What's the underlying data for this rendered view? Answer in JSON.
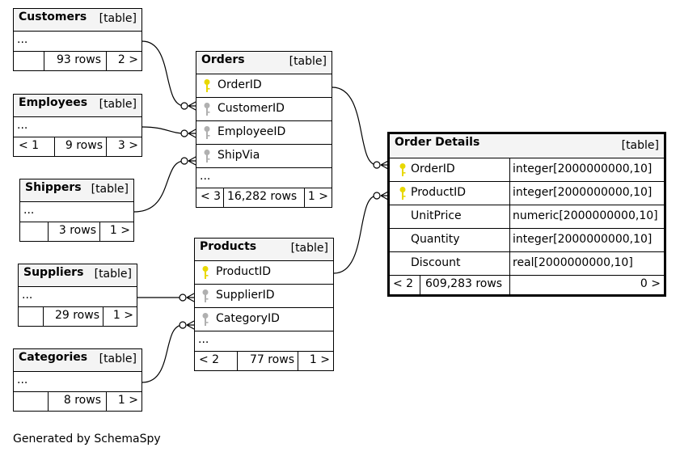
{
  "tables": {
    "customers": {
      "name": "Customers",
      "type": "[table]",
      "ellipsis": "...",
      "foot_left": "",
      "foot_rows": "93 rows",
      "foot_right": "2 >"
    },
    "employees": {
      "name": "Employees",
      "type": "[table]",
      "ellipsis": "...",
      "foot_left": "< 1",
      "foot_rows": "9 rows",
      "foot_right": "3 >"
    },
    "shippers": {
      "name": "Shippers",
      "type": "[table]",
      "ellipsis": "...",
      "foot_left": "",
      "foot_rows": "3 rows",
      "foot_right": "1 >"
    },
    "suppliers": {
      "name": "Suppliers",
      "type": "[table]",
      "ellipsis": "...",
      "foot_left": "",
      "foot_rows": "29 rows",
      "foot_right": "1 >"
    },
    "categories": {
      "name": "Categories",
      "type": "[table]",
      "ellipsis": "...",
      "foot_left": "",
      "foot_rows": "8 rows",
      "foot_right": "1 >"
    },
    "orders": {
      "name": "Orders",
      "type": "[table]",
      "columns": [
        "OrderID",
        "CustomerID",
        "EmployeeID",
        "ShipVia"
      ],
      "ellipsis": "...",
      "foot_left": "< 3",
      "foot_rows": "16,282 rows",
      "foot_right": "1 >"
    },
    "products": {
      "name": "Products",
      "type": "[table]",
      "columns": [
        "ProductID",
        "SupplierID",
        "CategoryID"
      ],
      "ellipsis": "...",
      "foot_left": "< 2",
      "foot_rows": "77 rows",
      "foot_right": "1 >"
    },
    "order_details": {
      "name": "Order Details",
      "type": "[table]",
      "columns": [
        {
          "name": "OrderID",
          "dtype": "integer[2000000000,10]"
        },
        {
          "name": "ProductID",
          "dtype": "integer[2000000000,10]"
        },
        {
          "name": "UnitPrice",
          "dtype": "numeric[2000000000,10]"
        },
        {
          "name": "Quantity",
          "dtype": "integer[2000000000,10]"
        },
        {
          "name": "Discount",
          "dtype": "real[2000000000,10]"
        }
      ],
      "foot_left": "< 2",
      "foot_rows": "609,283 rows",
      "foot_right": "0 >"
    }
  },
  "colors": {
    "primary_key": "#e8d800",
    "foreign_key": "#b0b0b0"
  },
  "icons": {
    "primary_key": "key-icon",
    "foreign_key": "key-icon"
  },
  "credit": "Generated by SchemaSpy"
}
